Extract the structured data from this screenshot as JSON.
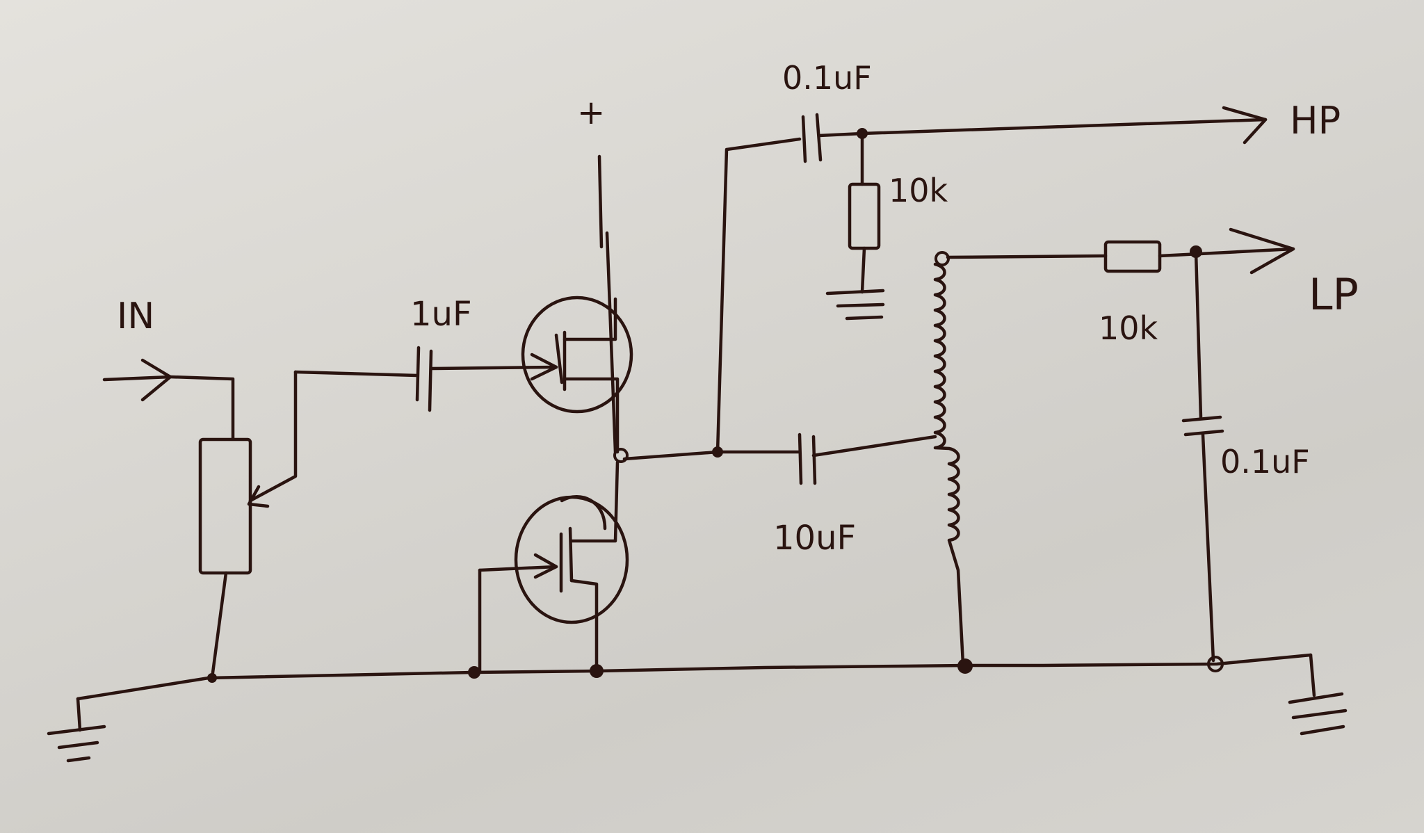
{
  "labels": {
    "input": "IN",
    "supply": "+",
    "cap_input": "1uF",
    "cap_hp": "0.1uF",
    "res_hp": "10k",
    "hp_output": "HP",
    "res_lp": "10k",
    "lp_output": "LP",
    "cap_coupling": "10uF",
    "cap_lp": "0.1uF"
  },
  "colors": {
    "ink": "#2a1410",
    "paper": "#dcdad5"
  }
}
